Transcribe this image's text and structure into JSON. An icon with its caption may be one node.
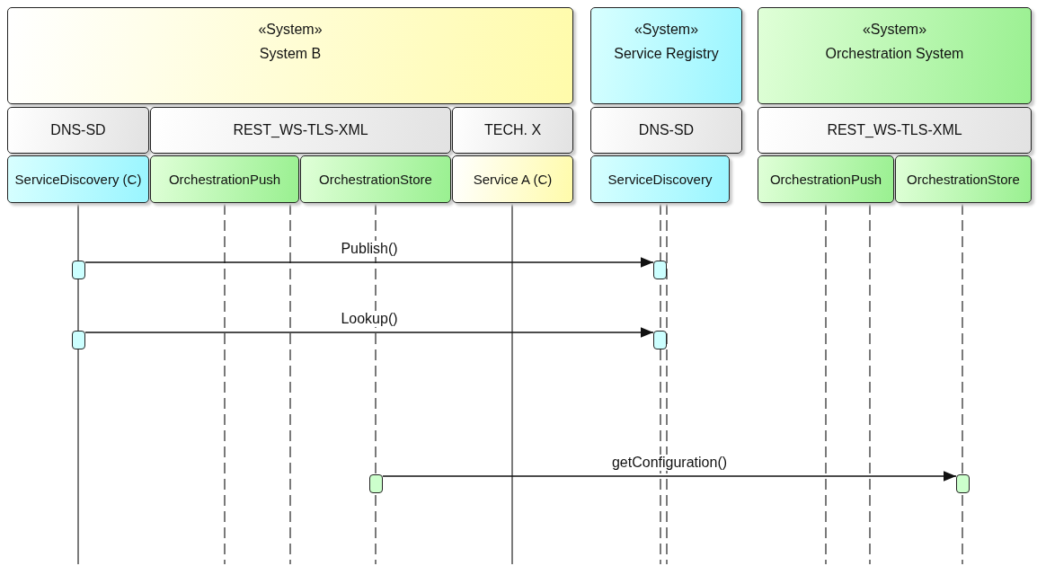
{
  "diagram": {
    "nodes": [
      {
        "text": [
          "«System»",
          "System B"
        ]
      },
      {
        "text": [
          "«System»",
          "Service Registry"
        ]
      },
      {
        "text": [
          "«System»",
          "Orchestration System"
        ]
      },
      {
        "text": [
          "DNS-SD"
        ]
      },
      {
        "text": [
          "REST_WS-TLS-XML"
        ]
      },
      {
        "text": [
          "TECH. X"
        ]
      },
      {
        "text": [
          "DNS-SD"
        ]
      },
      {
        "text": [
          "REST_WS-TLS-XML"
        ]
      },
      {
        "text": [
          "ServiceDiscovery (C)"
        ]
      },
      {
        "text": [
          "OrchestrationPush"
        ]
      },
      {
        "text": [
          "OrchestrationStore"
        ]
      },
      {
        "text": [
          "Service A (C)"
        ]
      },
      {
        "text": [
          "ServiceDiscovery"
        ]
      },
      {
        "text": [
          "OrchestrationPush"
        ]
      },
      {
        "text": [
          "OrchestrationStore"
        ]
      },
      {
        "text": [],
        "shape": "box"
      },
      {
        "text": [],
        "shape": "box"
      },
      {
        "text": [],
        "shape": "box"
      },
      {
        "text": [],
        "shape": "box"
      },
      {
        "text": [],
        "shape": "box"
      },
      {
        "text": [],
        "shape": "box"
      }
    ],
    "edges": [
      {
        "from": 15,
        "to": 16,
        "arrow": "to",
        "label": "Publish()"
      },
      {
        "from": 17,
        "to": 18,
        "arrow": "to",
        "label": "Lookup()"
      },
      {
        "from": 19,
        "to": 20,
        "arrow": "to",
        "label": "getConfiguration()"
      }
    ]
  }
}
